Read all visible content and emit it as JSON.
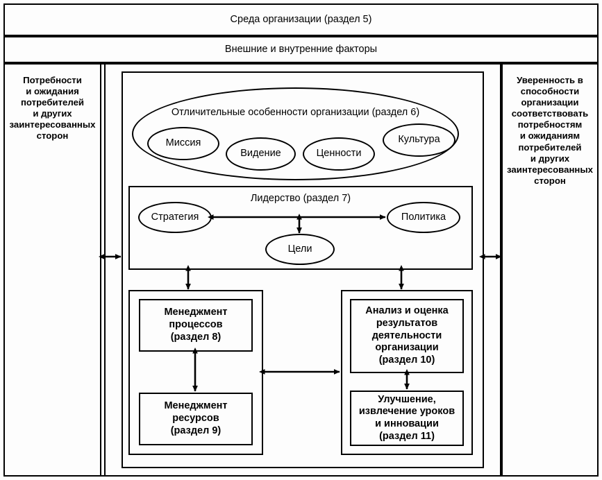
{
  "diagram": {
    "title": "Среда организации (раздел 5)",
    "type": "organizational-management-model",
    "header": {
      "top_band": "Среда организации (раздел 5)",
      "second_band": "Внешние и внутренние факторы"
    },
    "left_panel": {
      "label": "Потребности\nи ожидания\nпотребителей\nи других\nзаинтересованных\nсторон"
    },
    "right_panel": {
      "label": "Уверенность в\nспособности\nорганизации\nсоответствовать\nпотребностям\nи ожиданиям\nпотребителей\nи других\nзаинтересованных\nсторон"
    },
    "identity": {
      "title": "Отличительные особенности организации (раздел 6)",
      "items": [
        {
          "label": "Миссия"
        },
        {
          "label": "Видение"
        },
        {
          "label": "Ценности"
        },
        {
          "label": "Культура"
        }
      ]
    },
    "leadership": {
      "title": "Лидерство (раздел 7)",
      "items": [
        {
          "label": "Стратегия"
        },
        {
          "label": "Политика"
        },
        {
          "label": "Цели"
        }
      ]
    },
    "left_column": {
      "boxes": [
        {
          "label": "Менеджмент\nпроцессов\n(раздел 8)"
        },
        {
          "label": "Менеджмент\nресурсов\n(раздел 9)"
        }
      ]
    },
    "right_column": {
      "boxes": [
        {
          "label": "Анализ и оценка\nрезультатов\nдеятельности\nорганизации\n(раздел 10)"
        },
        {
          "label": "Улучшение,\nизвлечение уроков\nи инновации\n(раздел 11)"
        }
      ]
    },
    "connectors": [
      {
        "name": "left-panel-to-core",
        "kind": "double-arrow-horizontal"
      },
      {
        "name": "core-to-right-panel",
        "kind": "double-arrow-horizontal"
      },
      {
        "name": "strategy-to-policy",
        "kind": "double-arrow-horizontal"
      },
      {
        "name": "goals-to-axis",
        "kind": "double-arrow-vertical"
      },
      {
        "name": "leadership-to-process-block",
        "kind": "double-arrow-vertical"
      },
      {
        "name": "leadership-to-analysis-block",
        "kind": "double-arrow-vertical"
      },
      {
        "name": "process-to-resources",
        "kind": "double-arrow-vertical"
      },
      {
        "name": "analysis-to-improvement",
        "kind": "double-arrow-vertical"
      },
      {
        "name": "left-block-to-right-block",
        "kind": "double-arrow-horizontal"
      }
    ],
    "colors": {
      "stroke": "#000000",
      "background": "#ffffff"
    }
  }
}
